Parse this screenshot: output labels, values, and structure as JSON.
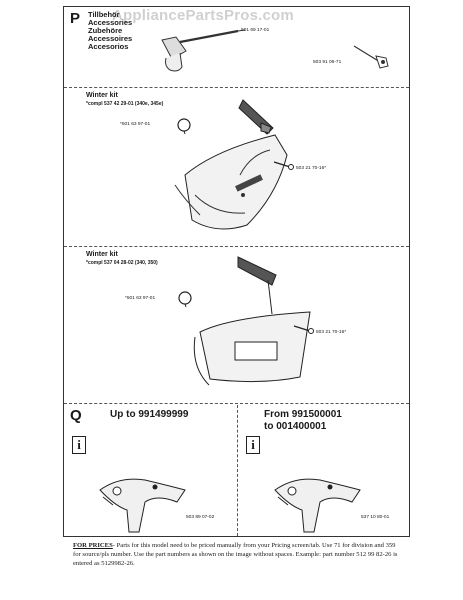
{
  "watermark": "AppliancePartsPros.com",
  "section_p": {
    "letter": "P",
    "titles": [
      "Tillbehör",
      "Accessories",
      "Zubehöre",
      "Accessoires",
      "Accesorios"
    ],
    "parts": [
      "501 69 17-01",
      "503 91 06-71"
    ]
  },
  "winter_kit_1": {
    "title": "Winter kit",
    "subtitle": "*compl 537 42 29-01 (340e, 345e)",
    "parts": [
      "*501 63 97-01",
      "503 21 70-16*"
    ]
  },
  "winter_kit_2": {
    "title": "Winter kit",
    "subtitle": "*compl 537 04 28-02 (340, 350)",
    "parts": [
      "*501 63 97-01",
      "503 21 70-16*"
    ]
  },
  "section_q": {
    "letter": "Q",
    "left_range": "Up to 991499999",
    "right_range_line1": "From 991500001",
    "right_range_line2": "to 001400001",
    "info_symbol": "i",
    "left_part": "503 89 07-02",
    "right_part": "537 10 80-01"
  },
  "footer": {
    "label": "FOR PRICES",
    "text": "- Parts for this model need to be priced manually from your Pricing screen/tab. Use 71 for division and 359 for source/pls number.  Use the part numbers as shown on the image without spaces.  Example: part number 512 99 82-26 is entered as 5129982-26."
  }
}
